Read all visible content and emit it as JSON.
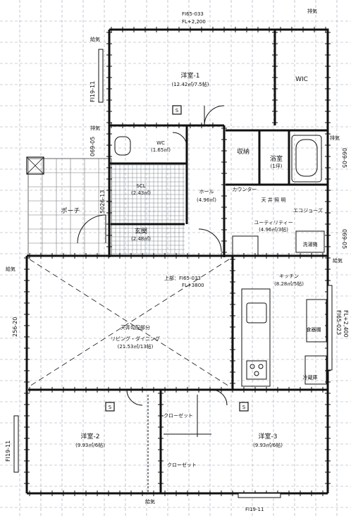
{
  "rooms": {
    "western1": {
      "name": "洋室-1",
      "area": "(12.42㎡/7.5帖)"
    },
    "wic": {
      "name": "WIC"
    },
    "wc": {
      "name": "WC",
      "area": "(1.65㎡)"
    },
    "storage": {
      "name": "収納"
    },
    "bath": {
      "name": "浴室",
      "area": "(1坪)"
    },
    "scl": {
      "name": "SCL",
      "area": "(2.43㎡)"
    },
    "hall": {
      "name": "ホール",
      "area": "(4.96㎡)"
    },
    "counter": {
      "name": "カウンター"
    },
    "utility": {
      "name": "ユーティリティー",
      "area": "(4.96㎡/3帖)"
    },
    "washer": {
      "name": "洗濯機"
    },
    "ecojoze": {
      "name": "エコジョーズ"
    },
    "porch": {
      "name": "ポーチ"
    },
    "entrance": {
      "name": "玄関",
      "area": "(2.48㎡)"
    },
    "kitchen": {
      "name": "キッチン",
      "area": "(8.28㎡/5帖)"
    },
    "dishshelf": {
      "name": "食器棚"
    },
    "fridge": {
      "name": "冷蔵庫"
    },
    "ldk": {
      "ceiling": "天井勾配部分",
      "name": "リビング・ダイニング",
      "area": "(21.53㎡/13帖)"
    },
    "western2": {
      "name": "洋室-2",
      "area": "(9.93㎡/6帖)"
    },
    "western3": {
      "name": "洋室-3",
      "area": "(9.93㎡/6帖)"
    },
    "closet1": {
      "name": "クローゼット"
    },
    "closet2": {
      "name": "クローゼット"
    }
  },
  "annotations": {
    "top_window": "FI65-033",
    "top_fl": "FL+2,200",
    "upper_window": "上部：FI65-033",
    "upper_fl": "FL+3800",
    "left_window_top": "FI19-11",
    "left_window_bottom": "FI19-11",
    "bottom_window": "FI19-11",
    "right_window_kitchen": "FI65-023",
    "right_fl_kitchen": "FL+2,400",
    "left_window_ldk": "256-20",
    "left_window_wc": "069-05",
    "left_window_entry": "5026-13",
    "right_window_bath": "069-05",
    "right_window_util": "069-05",
    "exhaust_top": "排気",
    "exhaust_wc": "排気",
    "exhaust_right": "排気",
    "supply_top": "給気",
    "supply_left": "給気",
    "supply_right": "給気",
    "supply_bottom": "給気",
    "sensor_letter": "S",
    "util_tag": "天 井 照 明"
  },
  "colors": {
    "wall": "#111111",
    "grid": "#9aa3b8",
    "tile": "#6e7680"
  }
}
